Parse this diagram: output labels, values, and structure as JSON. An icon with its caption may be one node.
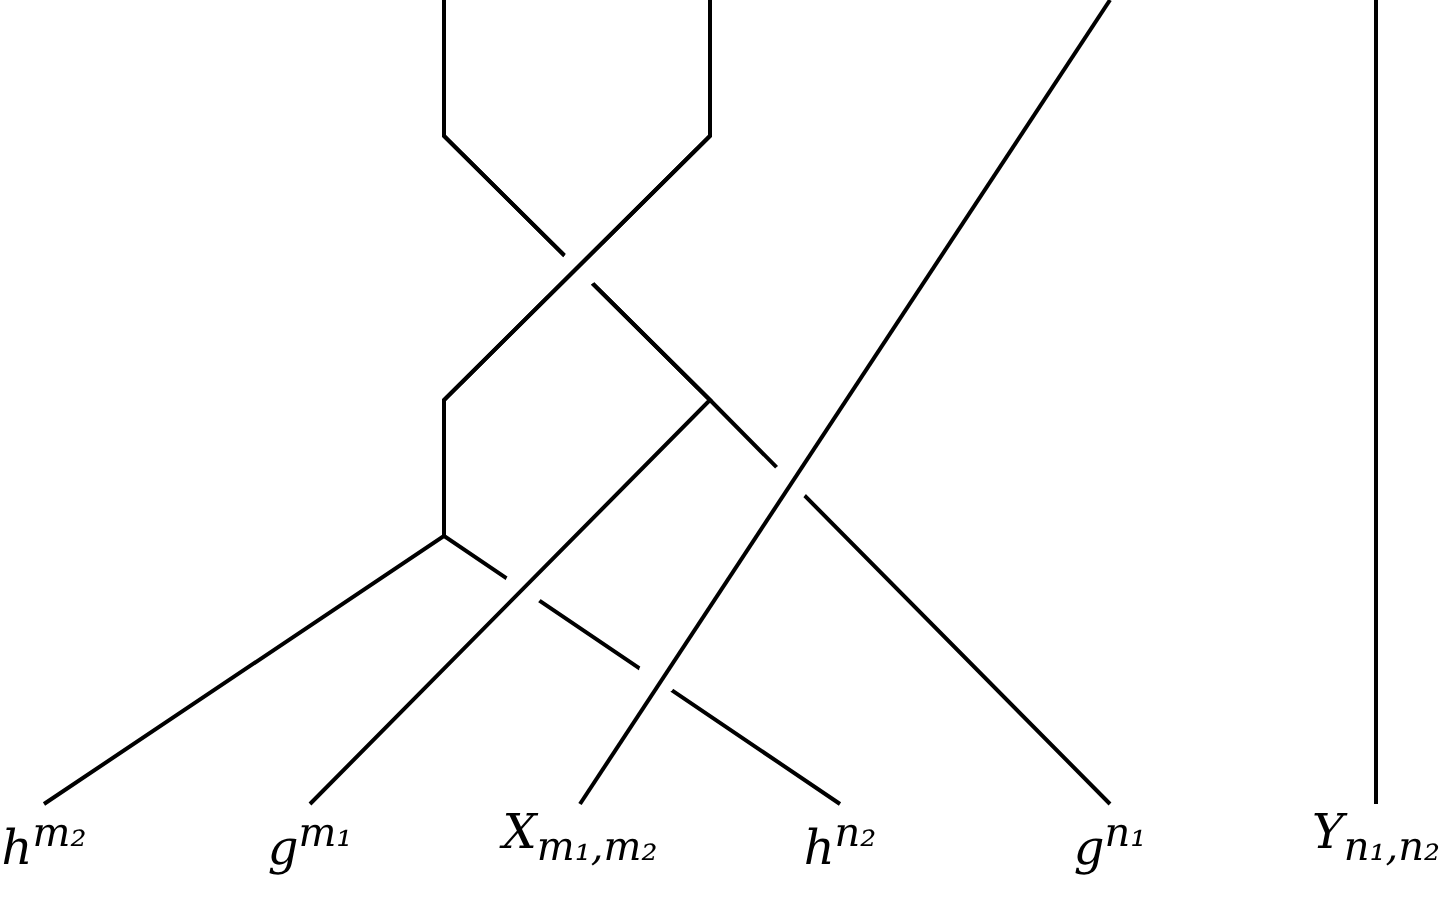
{
  "diagram": {
    "nodes": [
      {
        "text": [
          "h$^{m₂}$"
        ]
      },
      {
        "text": [
          "g$^{m₁}$"
        ]
      },
      {
        "text": [
          "X$_{m₁,m₂}$"
        ]
      },
      {
        "text": [
          "h$^{n₂}$"
        ]
      },
      {
        "text": [
          "g$^{n₁}$"
        ]
      },
      {
        "text": [
          "Y$_{n₁,n₂}$"
        ]
      }
    ],
    "edges": [
      {
        "from": null,
        "to": 0,
        "arrow": "none"
      },
      {
        "from": null,
        "to": 1,
        "arrow": "none"
      },
      {
        "from": null,
        "to": 2,
        "arrow": "none"
      },
      {
        "from": null,
        "to": 3,
        "arrow": "none"
      },
      {
        "from": null,
        "to": 4,
        "arrow": "none"
      },
      {
        "from": null,
        "to": 5,
        "arrow": "none"
      }
    ]
  }
}
